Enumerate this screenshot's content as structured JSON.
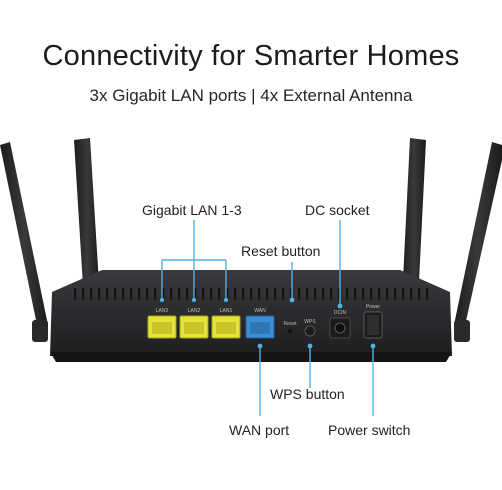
{
  "headline": "Connectivity for Smarter Homes",
  "subline": "3x Gigabit LAN ports | 4x External Antenna",
  "callouts": {
    "gigabit_lan": "Gigabit LAN 1-3",
    "dc_socket": "DC socket",
    "reset_button": "Reset button",
    "wps_button": "WPS button",
    "wan_port": "WAN port",
    "power_switch": "Power switch"
  },
  "panel_labels": {
    "lan3": "LAN3",
    "lan2": "LAN2",
    "lan1": "LAN1",
    "wan": "WAN",
    "reset": "Reset",
    "wps": "WPS",
    "dcin": "DCIN",
    "power": "Power"
  },
  "colors": {
    "background": "#ffffff",
    "router_body": "#2c2c2e",
    "lan_port": "#e6e23a",
    "wan_port": "#3a8fd6",
    "callout_line": "#4fb3e0",
    "text": "#1a1a1a"
  }
}
